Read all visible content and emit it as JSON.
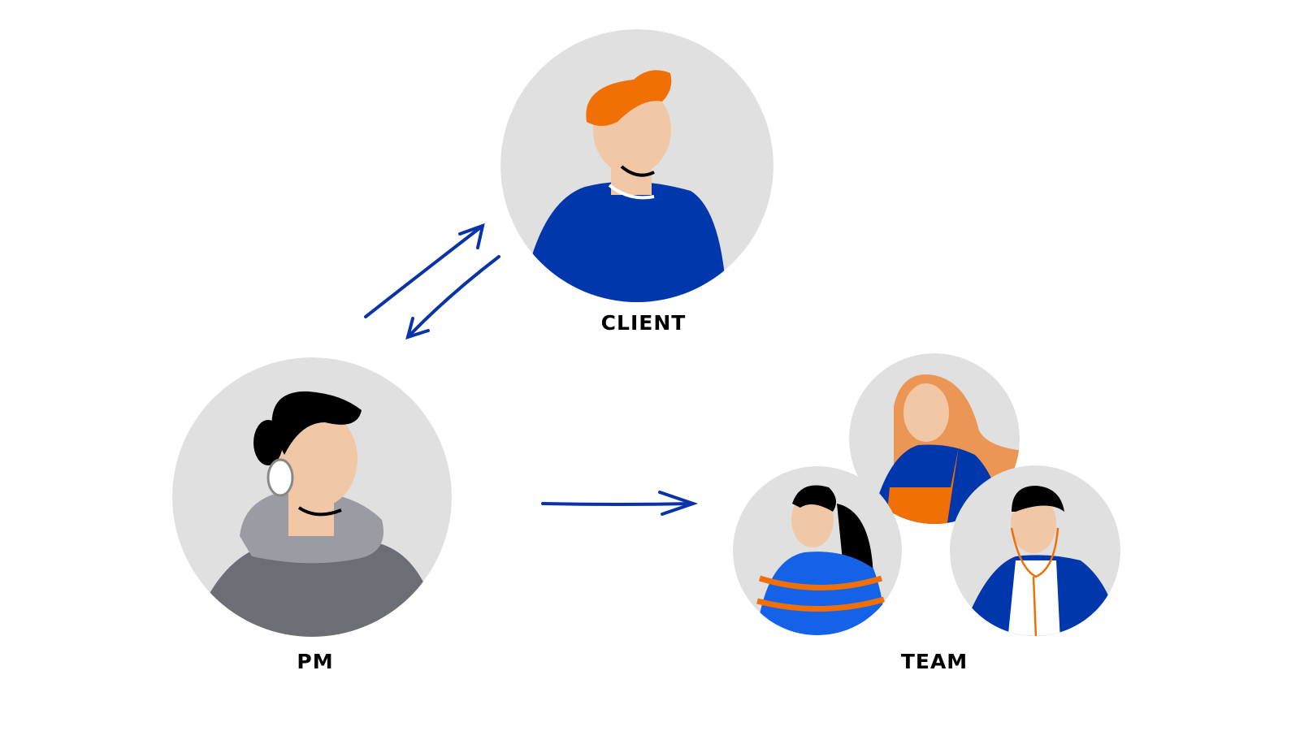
{
  "labels": {
    "client": "CLIENT",
    "pm": "PM",
    "team": "TEAM"
  },
  "colors": {
    "circle": "#e0e0e0",
    "blue": "#0037ad",
    "orange": "#f07005",
    "skin": "#f2c7a5",
    "arrow": "#0a33a8",
    "hoodie": "#6c6d75"
  }
}
